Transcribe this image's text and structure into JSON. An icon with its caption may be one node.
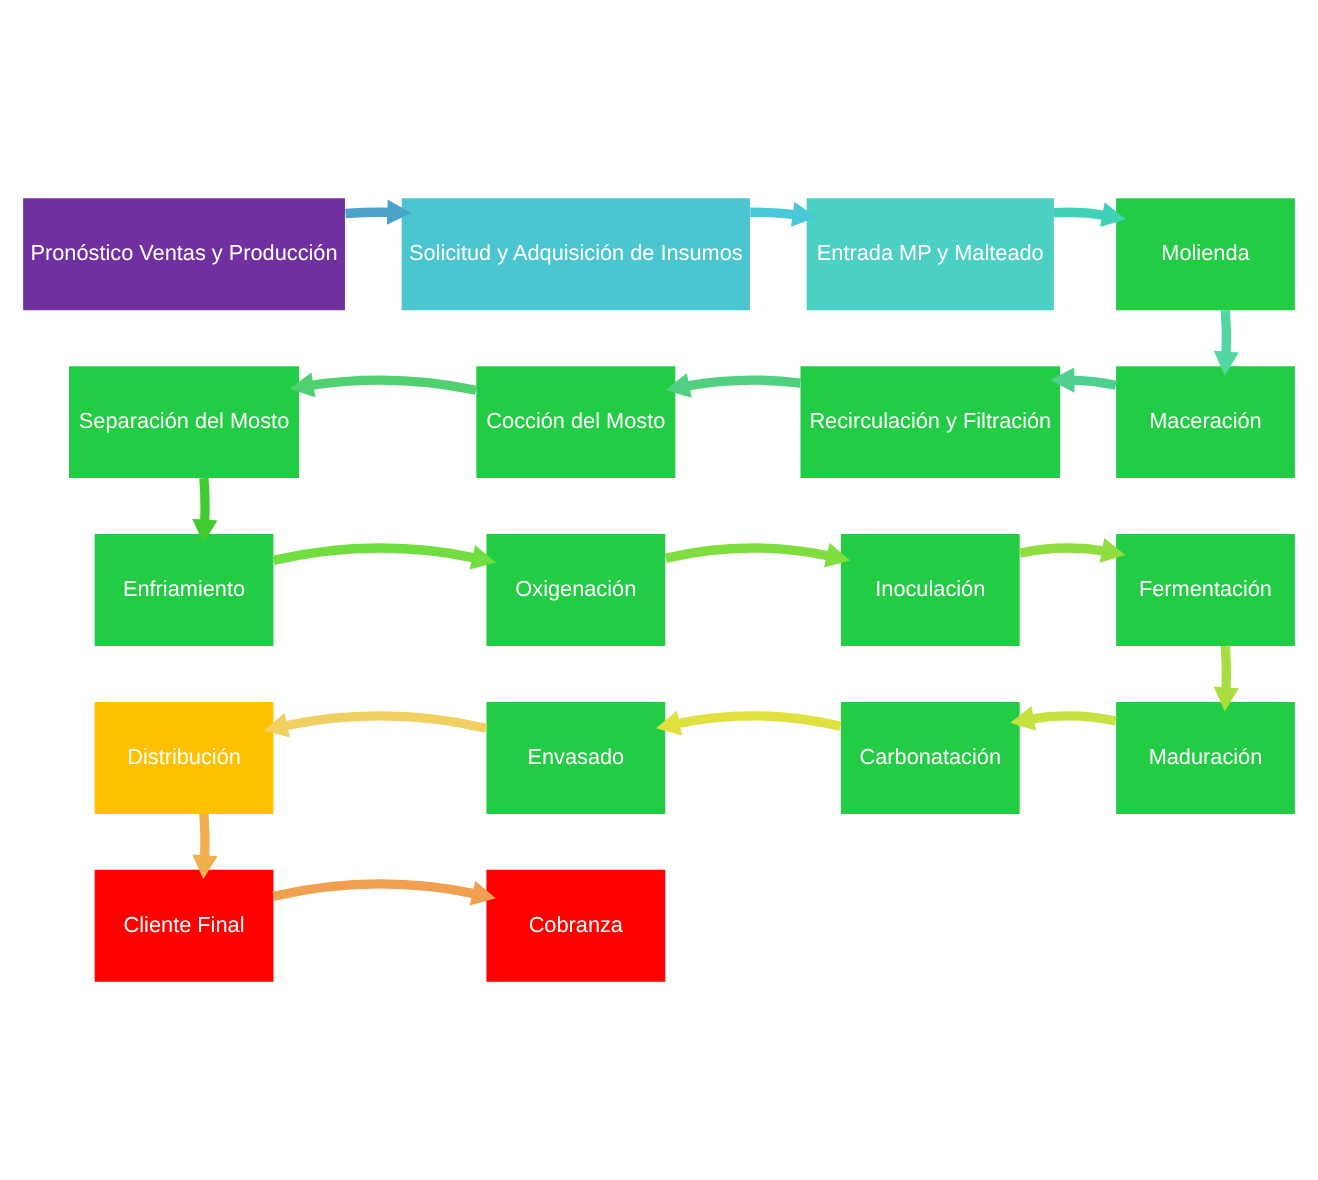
{
  "diagram": {
    "nodes": [
      {
        "text": [
          "Pronóstico Ventas y Producción"
        ]
      },
      {
        "text": [
          "Solicitud y Adquisición de Insumos"
        ]
      },
      {
        "text": [
          "Entrada MP y Malteado"
        ]
      },
      {
        "text": [
          "Molienda"
        ]
      },
      {
        "text": [
          "Maceración"
        ]
      },
      {
        "text": [
          "Recirculación y Filtración"
        ]
      },
      {
        "text": [
          "Cocción del Mosto"
        ]
      },
      {
        "text": [
          "Separación del Mosto"
        ]
      },
      {
        "text": [
          "Enfriamiento"
        ]
      },
      {
        "text": [
          "Oxigenación"
        ]
      },
      {
        "text": [
          "Inoculación"
        ]
      },
      {
        "text": [
          "Fermentación"
        ]
      },
      {
        "text": [
          "Maduración"
        ]
      },
      {
        "text": [
          "Carbonatación"
        ]
      },
      {
        "text": [
          "Envasado"
        ]
      },
      {
        "text": [
          "Distribución"
        ]
      },
      {
        "text": [
          "Cliente Final"
        ]
      },
      {
        "text": [
          "Cobranza"
        ]
      }
    ],
    "edges": [
      {
        "from": 0,
        "to": 1,
        "arrow": "to",
        "color": "#4aa3c8"
      },
      {
        "from": 1,
        "to": 2,
        "arrow": "to",
        "color": "#48c8d8"
      },
      {
        "from": 2,
        "to": 3,
        "arrow": "to",
        "color": "#40d0b8"
      },
      {
        "from": 3,
        "to": 4,
        "arrow": "to",
        "color": "#50d8a0"
      },
      {
        "from": 4,
        "to": 5,
        "arrow": "to",
        "color": "#50d090"
      },
      {
        "from": 5,
        "to": 6,
        "arrow": "to",
        "color": "#50d080"
      },
      {
        "from": 6,
        "to": 7,
        "arrow": "to",
        "color": "#50d070"
      },
      {
        "from": 7,
        "to": 8,
        "arrow": "to",
        "color": "#40cc30"
      },
      {
        "from": 8,
        "to": 9,
        "arrow": "to",
        "color": "#70dd40"
      },
      {
        "from": 9,
        "to": 10,
        "arrow": "to",
        "color": "#80dd40"
      },
      {
        "from": 10,
        "to": 11,
        "arrow": "to",
        "color": "#90dd40"
      },
      {
        "from": 11,
        "to": 12,
        "arrow": "to",
        "color": "#a8dd40"
      },
      {
        "from": 12,
        "to": 13,
        "arrow": "to",
        "color": "#c8e040"
      },
      {
        "from": 13,
        "to": 14,
        "arrow": "to",
        "color": "#e0e040"
      },
      {
        "from": 14,
        "to": 15,
        "arrow": "to",
        "color": "#f0d060"
      },
      {
        "from": 15,
        "to": 16,
        "arrow": "to",
        "color": "#f0b050"
      },
      {
        "from": 16,
        "to": 17,
        "arrow": "to",
        "color": "#f0a050"
      }
    ]
  }
}
